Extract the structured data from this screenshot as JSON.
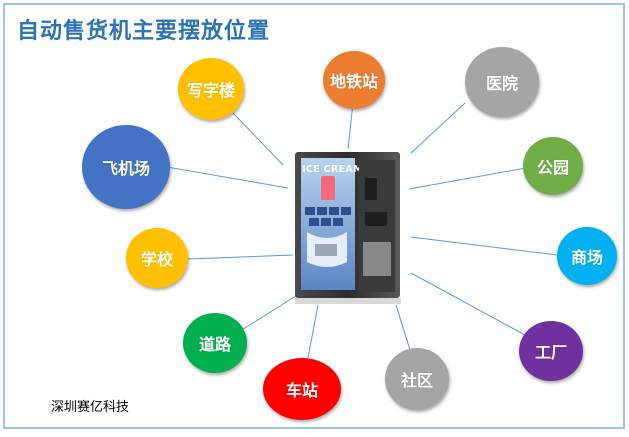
{
  "title": "自动售货机主要摆放位置",
  "company": "深圳赛亿科技",
  "machine": {
    "label": "ICE CREAM"
  },
  "locations": [
    {
      "label": "写字楼",
      "color": "#ffc000"
    },
    {
      "label": "地铁站",
      "color": "#ed7d31"
    },
    {
      "label": "医院",
      "color": "#a5a5a5"
    },
    {
      "label": "飞机场",
      "color": "#4472c4"
    },
    {
      "label": "公园",
      "color": "#70ad47"
    },
    {
      "label": "学校",
      "color": "#ffc000"
    },
    {
      "label": "商场",
      "color": "#00b0f0"
    },
    {
      "label": "道路",
      "color": "#00b050"
    },
    {
      "label": "工厂",
      "color": "#7030a0"
    },
    {
      "label": "车站",
      "color": "#ff0000"
    },
    {
      "label": "社区",
      "color": "#a5a5a5"
    }
  ]
}
